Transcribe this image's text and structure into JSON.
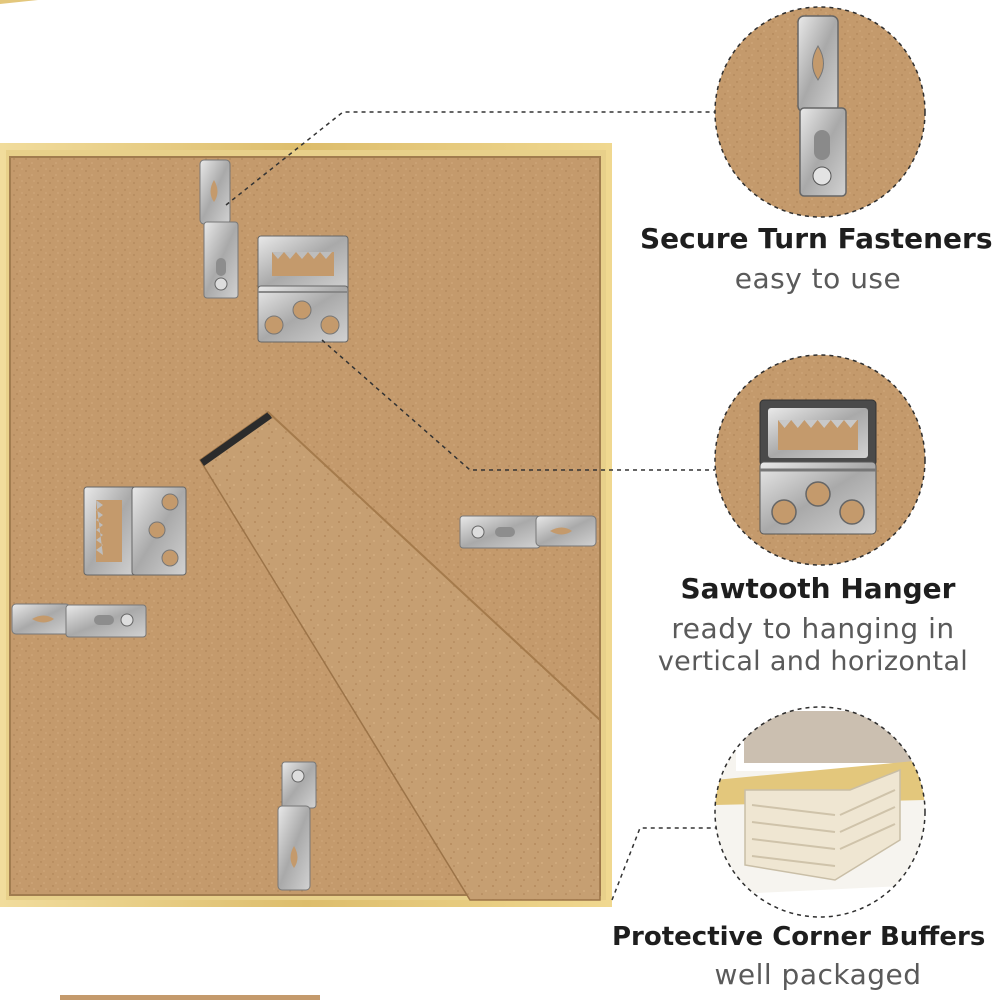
{
  "features": [
    {
      "title": "Secure Turn Fasteners",
      "subtitle_lines": [
        "easy to use"
      ]
    },
    {
      "title": "Sawtooth Hanger",
      "subtitle_lines": [
        "ready to hanging in",
        "vertical and horizontal"
      ]
    },
    {
      "title": "Protective Corner Buffers",
      "subtitle_lines": [
        "well packaged"
      ]
    }
  ],
  "colors": {
    "frame_gold": "#e3c77c",
    "backing_board": "#c49a6c",
    "metal": "#b9b9b9",
    "title_text": "#1e1e1e",
    "subtitle_text": "#5a5a5a"
  },
  "icons": [
    "turn-fastener-icon",
    "sawtooth-hanger-icon",
    "corner-buffer-icon"
  ]
}
